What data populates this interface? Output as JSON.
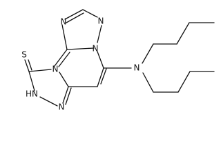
{
  "molecule": {
    "atom_labels": {
      "n_triazole_top_left": "N",
      "n_triazole_top_right": "N",
      "n_bridge_top": "N",
      "n_amine": "N",
      "n_bridge_left": "N",
      "n_nh": "HN",
      "n_triazole_bottom": "N",
      "s_thione": "S"
    },
    "colors": {
      "bond": "#111111",
      "label": "#111111",
      "background": "#ffffff"
    }
  }
}
